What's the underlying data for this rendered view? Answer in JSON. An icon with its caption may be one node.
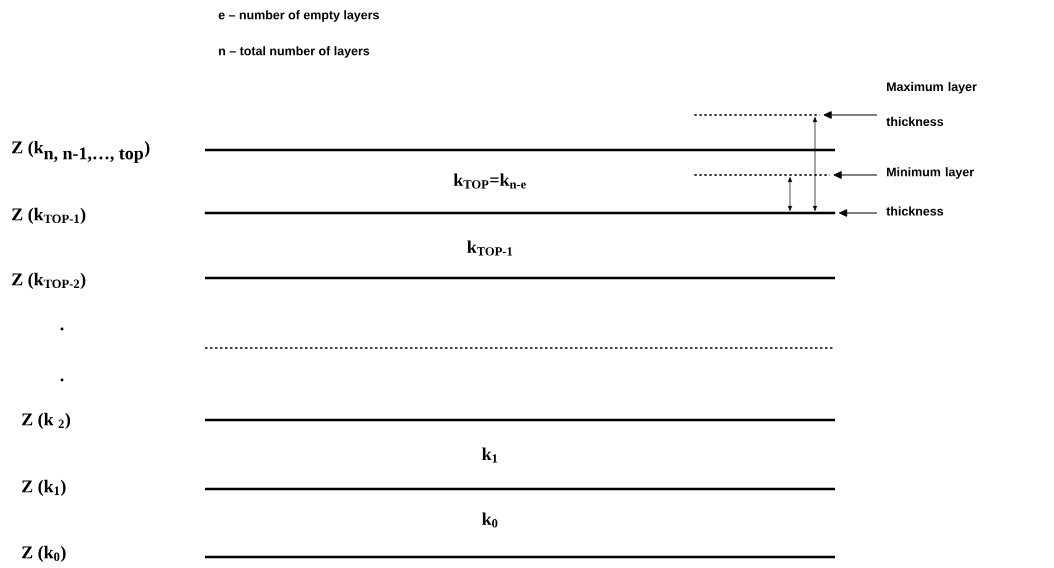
{
  "diagram": {
    "nodes": [
      {
        "text": [],
        "shape": "line"
      },
      {
        "text": [
          "Maximum layer thickness"
        ]
      },
      {
        "text": [],
        "shape": "line"
      },
      {
        "text": [
          "Minimum layer"
        ]
      },
      {
        "text": [],
        "shape": "line"
      },
      {
        "text": [
          "thickness"
        ]
      }
    ],
    "edges": [
      {
        "from": 1,
        "to": 0,
        "arrow": "to"
      },
      {
        "from": 3,
        "to": 2,
        "arrow": "to"
      },
      {
        "from": 5,
        "to": 4,
        "arrow": "to"
      }
    ],
    "labels": [
      "e – number of empty layers",
      "n – total number of layers",
      "\\textbf{Z (k}_{\\textbf{n, n-1,…, top}}\\textbf{)}",
      "k$_{TOP}$=k$_{n-e}$",
      "Z (k$_{TOP-1}$)",
      "k$_{TOP-1}$",
      "Z (k$_{TOP-2}$)",
      ".",
      ".",
      "Z (k $_{2}$)",
      "k$_{1}$",
      "Z (k$_{1}$)",
      "k$_{0}$",
      "Z (k$_{0}$)"
    ]
  }
}
